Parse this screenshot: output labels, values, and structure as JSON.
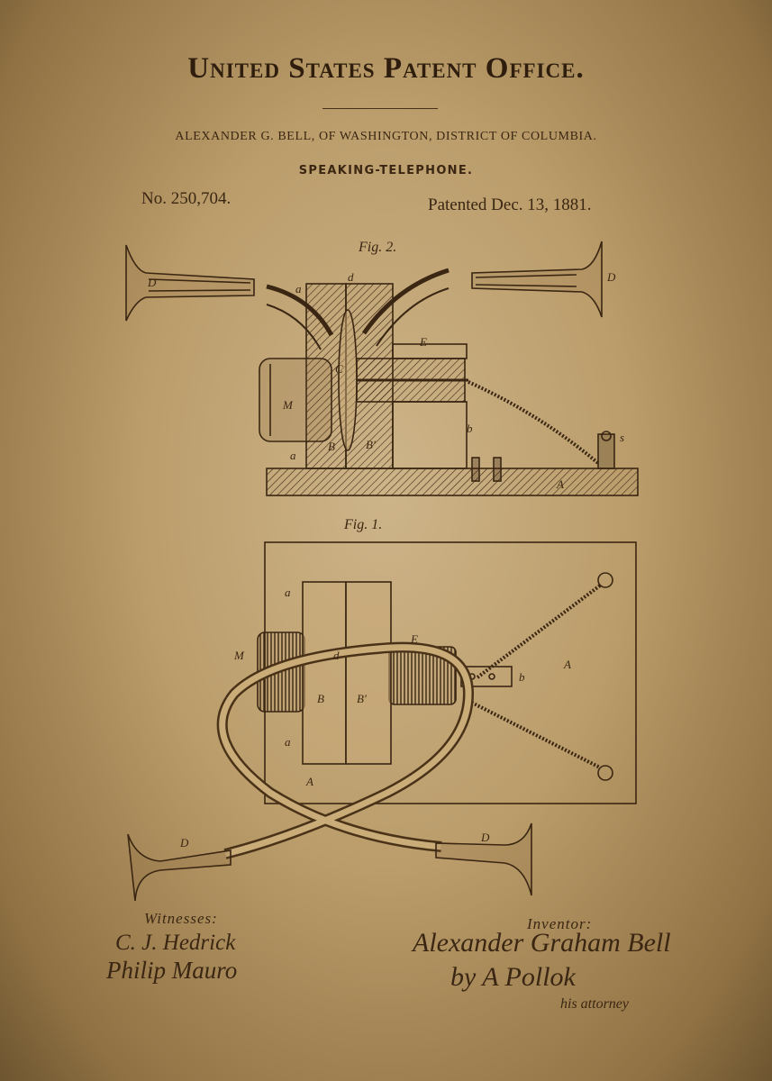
{
  "header": {
    "title": "United States Patent Office.",
    "author_line": "ALEXANDER G. BELL, OF WASHINGTON, DISTRICT OF COLUMBIA.",
    "subject": "SPEAKING-TELEPHONE.",
    "patent_number": "No. 250,704.",
    "patent_date": "Patented Dec. 13, 1881."
  },
  "figures": {
    "fig2_caption": "Fig. 2.",
    "fig1_caption": "Fig. 1.",
    "labels": {
      "D": "D",
      "a": "a",
      "d": "d",
      "E": "E",
      "C": "C",
      "M": "M",
      "B": "B",
      "B_prime": "B'",
      "b": "b",
      "A": "A",
      "s": "s"
    }
  },
  "signatures": {
    "witnesses_heading": "Witnesses:",
    "witness_1": "C. J. Hedrick",
    "witness_2": "Philip Mauro",
    "inventor_heading": "Inventor:",
    "inventor_name": "Alexander Graham Bell",
    "attorney_by": "by A Pollok",
    "attorney_caption": "his attorney"
  },
  "colors": {
    "ink": "#3a2612",
    "paper": "#c2a574"
  }
}
